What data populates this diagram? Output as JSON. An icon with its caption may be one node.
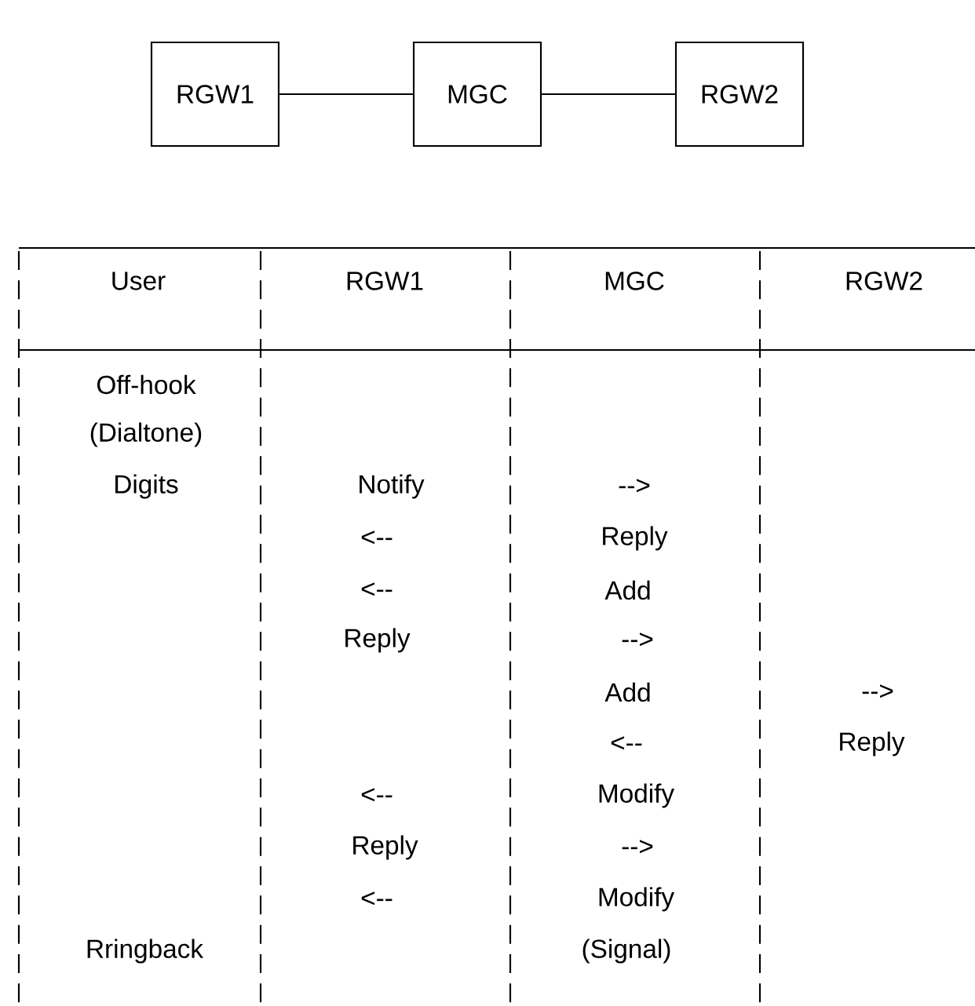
{
  "diagram": {
    "nodes": [
      {
        "text": [
          "RGW1"
        ]
      },
      {
        "text": [
          "MGC"
        ]
      },
      {
        "text": [
          "RGW2"
        ]
      }
    ],
    "edges": [
      {
        "from": 0,
        "to": 1,
        "arrow": "none"
      },
      {
        "from": 1,
        "to": 2,
        "arrow": "none"
      }
    ],
    "labels": [
      "User",
      "RGW1",
      "MGC",
      "RGW2",
      "Off-hook",
      "(Dialtone)",
      "Digits",
      "Notify",
      "-->",
      "<--",
      "Reply",
      "<--",
      "Add",
      "Reply",
      "-->",
      "Add",
      "-->",
      "<--",
      "Reply",
      "<--",
      "Modify",
      "Reply",
      "-->",
      "<--",
      "Modify",
      "Rringback",
      "(Signal)"
    ]
  }
}
